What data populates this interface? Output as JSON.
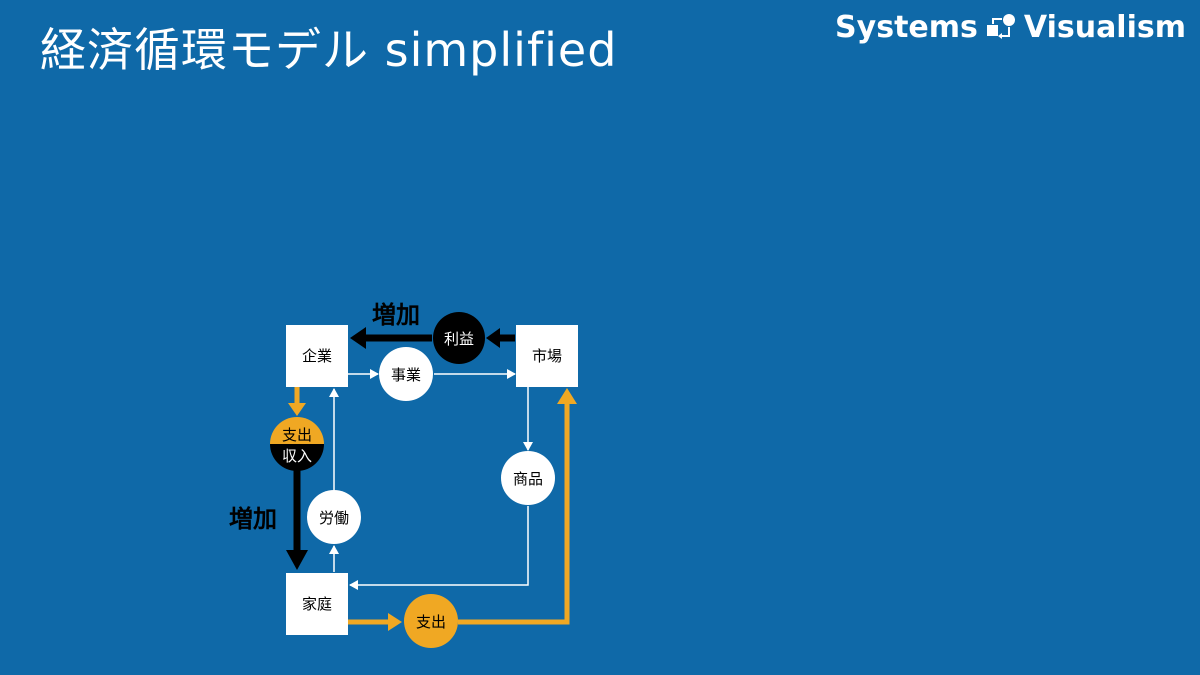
{
  "header": {
    "title": "経済循環モデル simplified",
    "brand_left": "Systems",
    "brand_right": "Visualism",
    "brand_logo_icon": "systems-visualism-logo"
  },
  "colors": {
    "background": "#0f69a8",
    "node_fill": "#ffffff",
    "accent_orange": "#f0a823",
    "accent_black": "#000000",
    "thin_arrow": "#ffffff"
  },
  "diagram": {
    "nodes": {
      "company": "企業",
      "market": "市場",
      "household": "家庭"
    },
    "flows": {
      "business": "事業",
      "profit": "利益",
      "goods": "商品",
      "labor": "労働",
      "expense_household": "支出",
      "expense_company": "支出",
      "income": "収入"
    },
    "labels": {
      "increase_top": "増加",
      "increase_left": "増加"
    }
  }
}
